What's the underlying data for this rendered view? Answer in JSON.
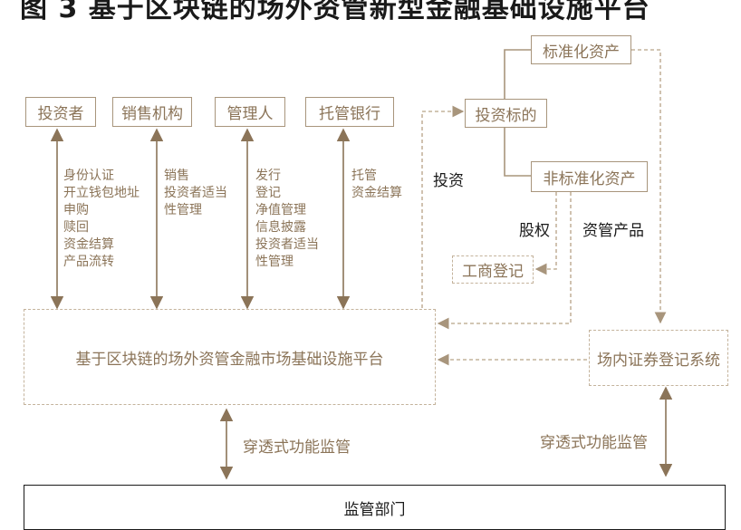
{
  "title": "图 3 基于区块链的场外资管新型金融基础设施平台",
  "participants": [
    {
      "label": "投资者",
      "functions": [
        "身份认证",
        "开立钱包地址",
        "申购",
        "赎回",
        "资金结算",
        "产品流转"
      ]
    },
    {
      "label": "销售机构",
      "functions": [
        "销售",
        "投资者适当",
        "性管理"
      ]
    },
    {
      "label": "管理人",
      "functions": [
        "发行",
        "登记",
        "净值管理",
        "信息披露",
        "投资者适当",
        "性管理"
      ]
    },
    {
      "label": "托管银行",
      "functions": [
        "托管",
        "资金结算"
      ]
    }
  ],
  "nodes": {
    "standard_asset": "标准化资产",
    "investment_target": "投资标的",
    "nonstandard_asset": "非标准化资产",
    "business_registry": "工商登记",
    "platform": "基于区块链的场外资管金融市场基础设施平台",
    "exchange_registry": "场内证券登记系统",
    "regulator": "监管部门"
  },
  "edge_labels": {
    "investment": "投资",
    "equity": "股权",
    "asset_product": "资管产品",
    "supervision_left": "穿透式功能监管",
    "supervision_right": "穿透式功能监管"
  },
  "colors": {
    "accent": "#8b7458",
    "solid_line": "#a8957c",
    "dotted_line": "#c4b39c"
  }
}
